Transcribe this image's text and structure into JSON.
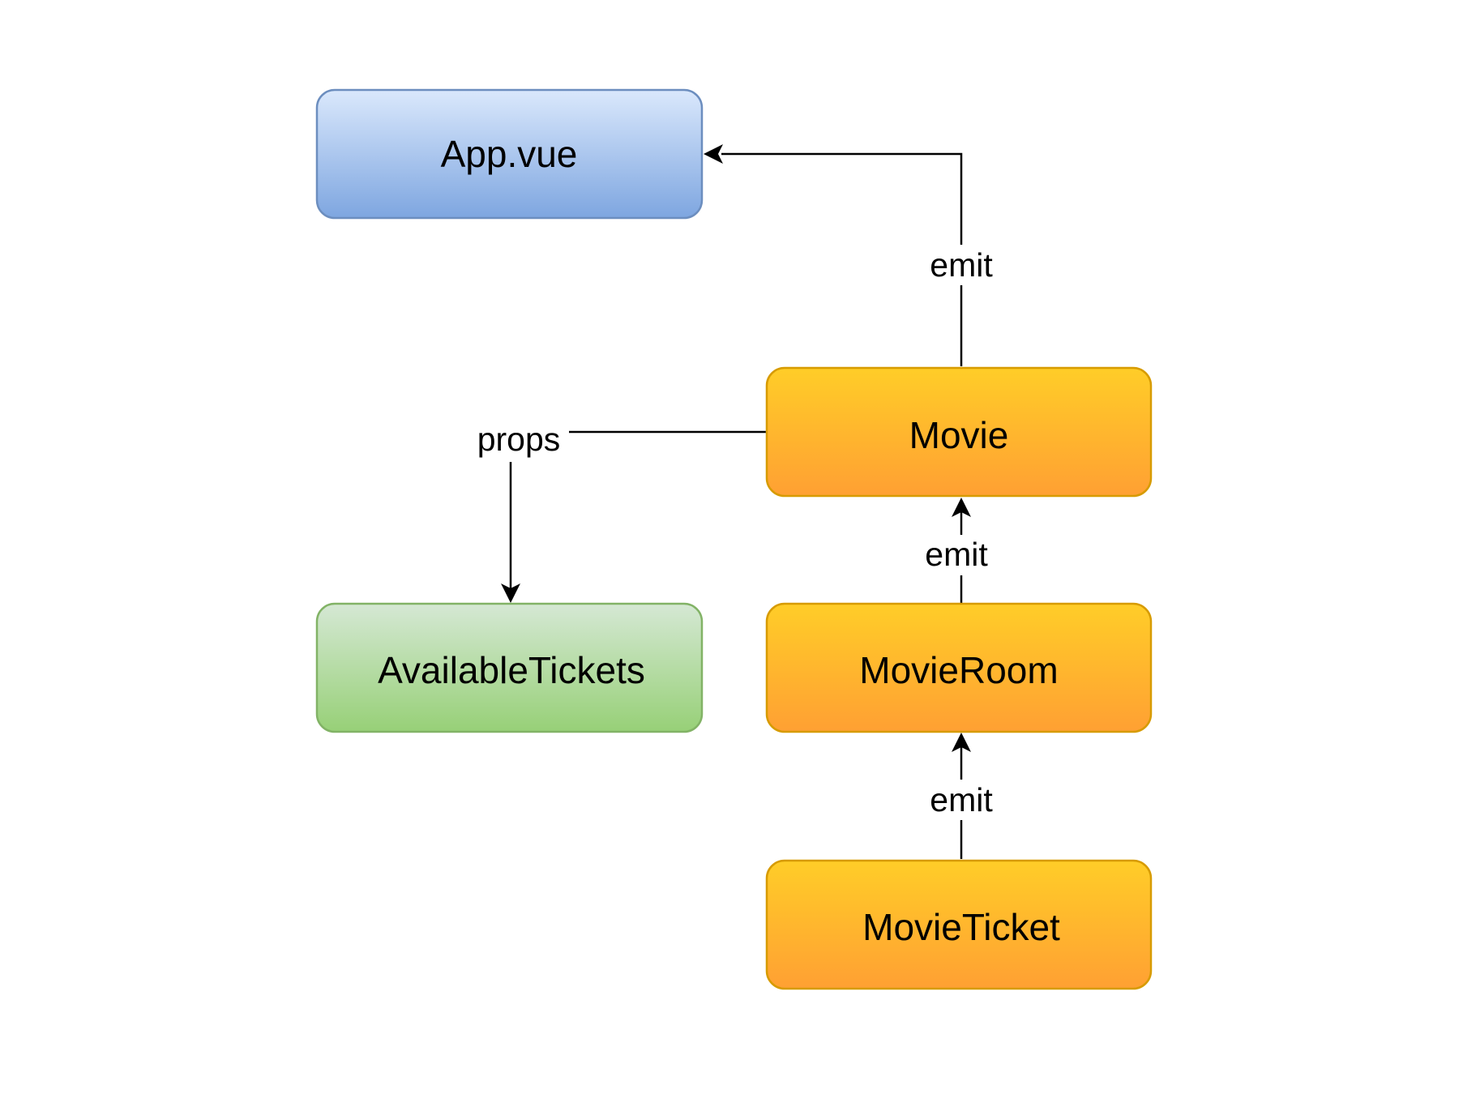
{
  "nodes": {
    "app": {
      "label": "App.vue"
    },
    "movie": {
      "label": "Movie"
    },
    "available_tickets": {
      "label": "AvailableTickets"
    },
    "movie_room": {
      "label": "MovieRoom"
    },
    "movie_ticket": {
      "label": "MovieTicket"
    }
  },
  "edges": {
    "movie_to_app": {
      "label": "emit"
    },
    "movie_to_available_tickets": {
      "label": "props"
    },
    "movie_room_to_movie": {
      "label": "emit"
    },
    "movie_ticket_to_movie_room": {
      "label": "emit"
    }
  },
  "colors": {
    "blue_top": "#dae8fc",
    "blue_bottom": "#7ea6e0",
    "blue_stroke": "#6c8ebf",
    "green_top": "#d5e8d4",
    "green_bottom": "#97d077",
    "green_stroke": "#82b366",
    "orange_top": "#ffcd28",
    "orange_bottom": "#ffa033",
    "orange_stroke": "#d79b00"
  }
}
